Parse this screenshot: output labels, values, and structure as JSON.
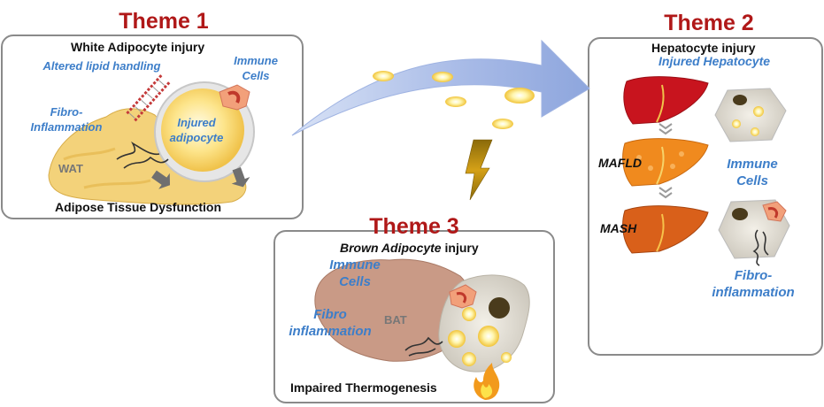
{
  "theme1": {
    "title": "Theme 1",
    "heading": "White Adipocyte injury",
    "altered_lipid": "Altered lipid handling",
    "immune_cells": "Immune\nCells",
    "fibro_inflammation": "Fibro-\nInflammation",
    "injured_adipocyte": "Injured\nadipocyte",
    "wat": "WAT",
    "footer": "Adipose Tissue Dysfunction"
  },
  "theme2": {
    "title": "Theme 2",
    "heading": "Hepatocyte injury",
    "injured_hepatocyte": "Injured Hepatocyte",
    "mafld": "MAFLD",
    "mash": "MASH",
    "immune_cells": "Immune\nCells",
    "fibro_inflammation": "Fibro-\ninflammation"
  },
  "theme3": {
    "title": "Theme 3",
    "heading_italic": "Brown Adipocyte",
    "heading_rest": " injury",
    "immune_cells": "Immune\nCells",
    "fibro_inflammation": "Fibro\ninflammation",
    "bat": "BAT",
    "footer": "Impaired Thermogenesis"
  },
  "colors": {
    "theme_title": "#b01818",
    "label_blue": "#3d7ec9",
    "arrow_blue": "#8fa6dc",
    "lightning": "#b8860b",
    "liver_healthy": "#c8141e",
    "liver_mafld": "#f08a1e",
    "liver_mash": "#d9601a",
    "fat_yellow": "#f3d27a",
    "bat_tan": "#c99a86",
    "immune_cell": "#f2a07a"
  }
}
